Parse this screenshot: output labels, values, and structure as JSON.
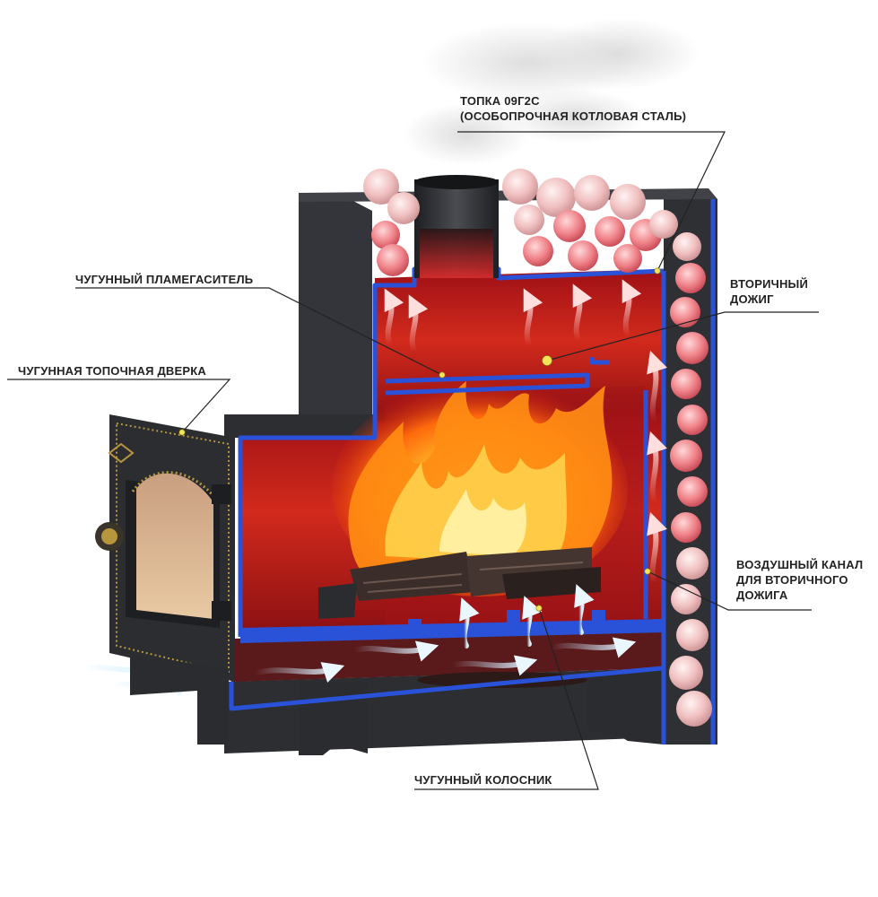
{
  "labels": {
    "firebox": {
      "line1": "ТОПКА 09Г2С",
      "line2": "(ОСОБОПРОЧНАЯ КОТЛОВАЯ СТАЛЬ)"
    },
    "flame_arrester": "ЧУГУННЫЙ ПЛАМЕГАСИТЕЛЬ",
    "fire_door": "ЧУГУННАЯ ТОПОЧНАЯ ДВЕРКА",
    "secondary_afterburning": {
      "line1": "ВТОРИЧНЫЙ",
      "line2": "ДОЖИГ"
    },
    "air_channel": {
      "line1": "ВОЗДУШНЫЙ КАНАЛ",
      "line2": "ДЛЯ ВТОРИЧНОГО",
      "line3": "ДОЖИГА"
    },
    "grate": "ЧУГУННЫЙ КОЛОСНИК"
  },
  "colors": {
    "steel": "#3a3c40",
    "steel_dark": "#26282b",
    "cut_edge": "#2a52d8",
    "interior": "#b0151a",
    "stones": "#f2c3c3",
    "flame": "#ff9a1a",
    "brass": "#b8963e",
    "leader": "#222222",
    "marker": "#f4e45a"
  }
}
